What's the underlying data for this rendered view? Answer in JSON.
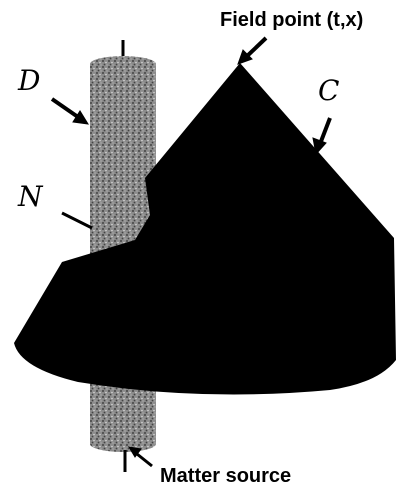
{
  "labels": {
    "field_point": "Field point (t,x)",
    "cone": "C",
    "cylinder_d": "D",
    "cylinder_n": "N",
    "matter_source": "Matter source"
  },
  "colors": {
    "cone_fill": "#000000",
    "cylinder_fill": "#8a8a8a",
    "cylinder_speckle": "#3a3a3a",
    "background": "#ffffff",
    "text": "#000000"
  }
}
